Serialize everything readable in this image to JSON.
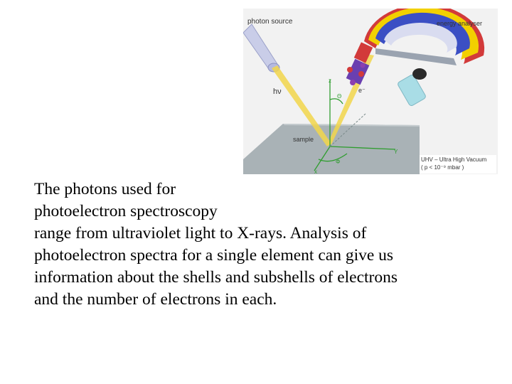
{
  "diagram": {
    "labels": {
      "photon_source": "photon source",
      "energy_analyser": "energy analyser",
      "hv": "hν",
      "electron": "e⁻",
      "sample": "sample",
      "theta": "Θ",
      "phi": "Φ",
      "axis_x": "x",
      "axis_y": "Y",
      "axis_z": "z"
    },
    "uhv": {
      "line1": "UHV – Ultra High Vacuum",
      "line2": "( p < 10⁻⁹ mbar )"
    },
    "colors": {
      "background": "#f2f2f2",
      "sample_plate": "#a9b2b6",
      "photon_beam": "#f2d64b",
      "hemisphere_blue": "#3b4fc4",
      "hemisphere_red": "#d23a3a",
      "hemisphere_yellow": "#f2d000",
      "axes_green": "#2f9d2f",
      "lamp_body": "#c9cde8",
      "detector": "#a9dde6"
    }
  },
  "text": {
    "lines": [
      "The photons used for",
      "photoelectron spectroscopy",
      "range from ultraviolet light to X-rays. Analysis of",
      "photoelectron spectra for a single element can give us",
      "information about the shells and subshells of electrons",
      "and the number of electrons in each."
    ]
  }
}
